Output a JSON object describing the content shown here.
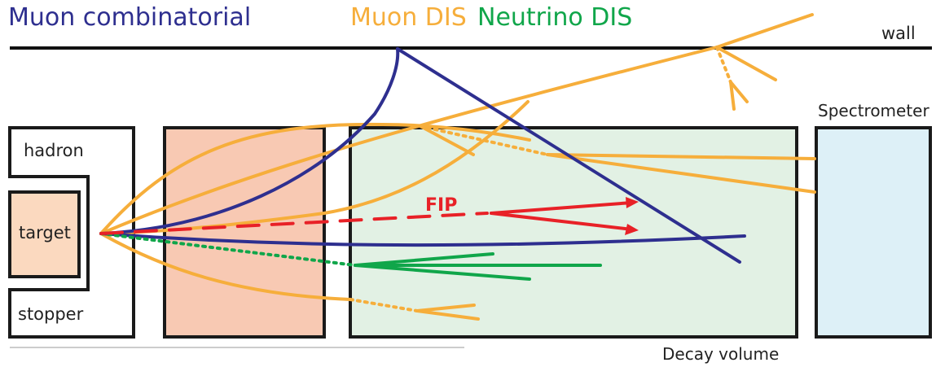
{
  "legend": {
    "muon_combinatorial": "Muon combinatorial",
    "muon_dis": "Muon DIS",
    "neutrino_dis": "Neutrino DIS"
  },
  "labels": {
    "wall": "wall",
    "spectrometer": "Spectrometer",
    "hadron": "hadron",
    "target": "target",
    "stopper": "stopper",
    "fip": "FIP",
    "decay_volume": "Decay volume"
  },
  "colors": {
    "muon_combinatorial": "#2e2f8f",
    "muon_dis": "#f6ae3b",
    "neutrino_dis": "#10a64a",
    "fip": "#e82127",
    "target_fill": "#fbd9bf",
    "shield_fill": "#f8c9b3",
    "decay_volume_fill": "#e2f1e4",
    "spectrometer_fill": "#ddf0f7",
    "outline": "#222222"
  }
}
